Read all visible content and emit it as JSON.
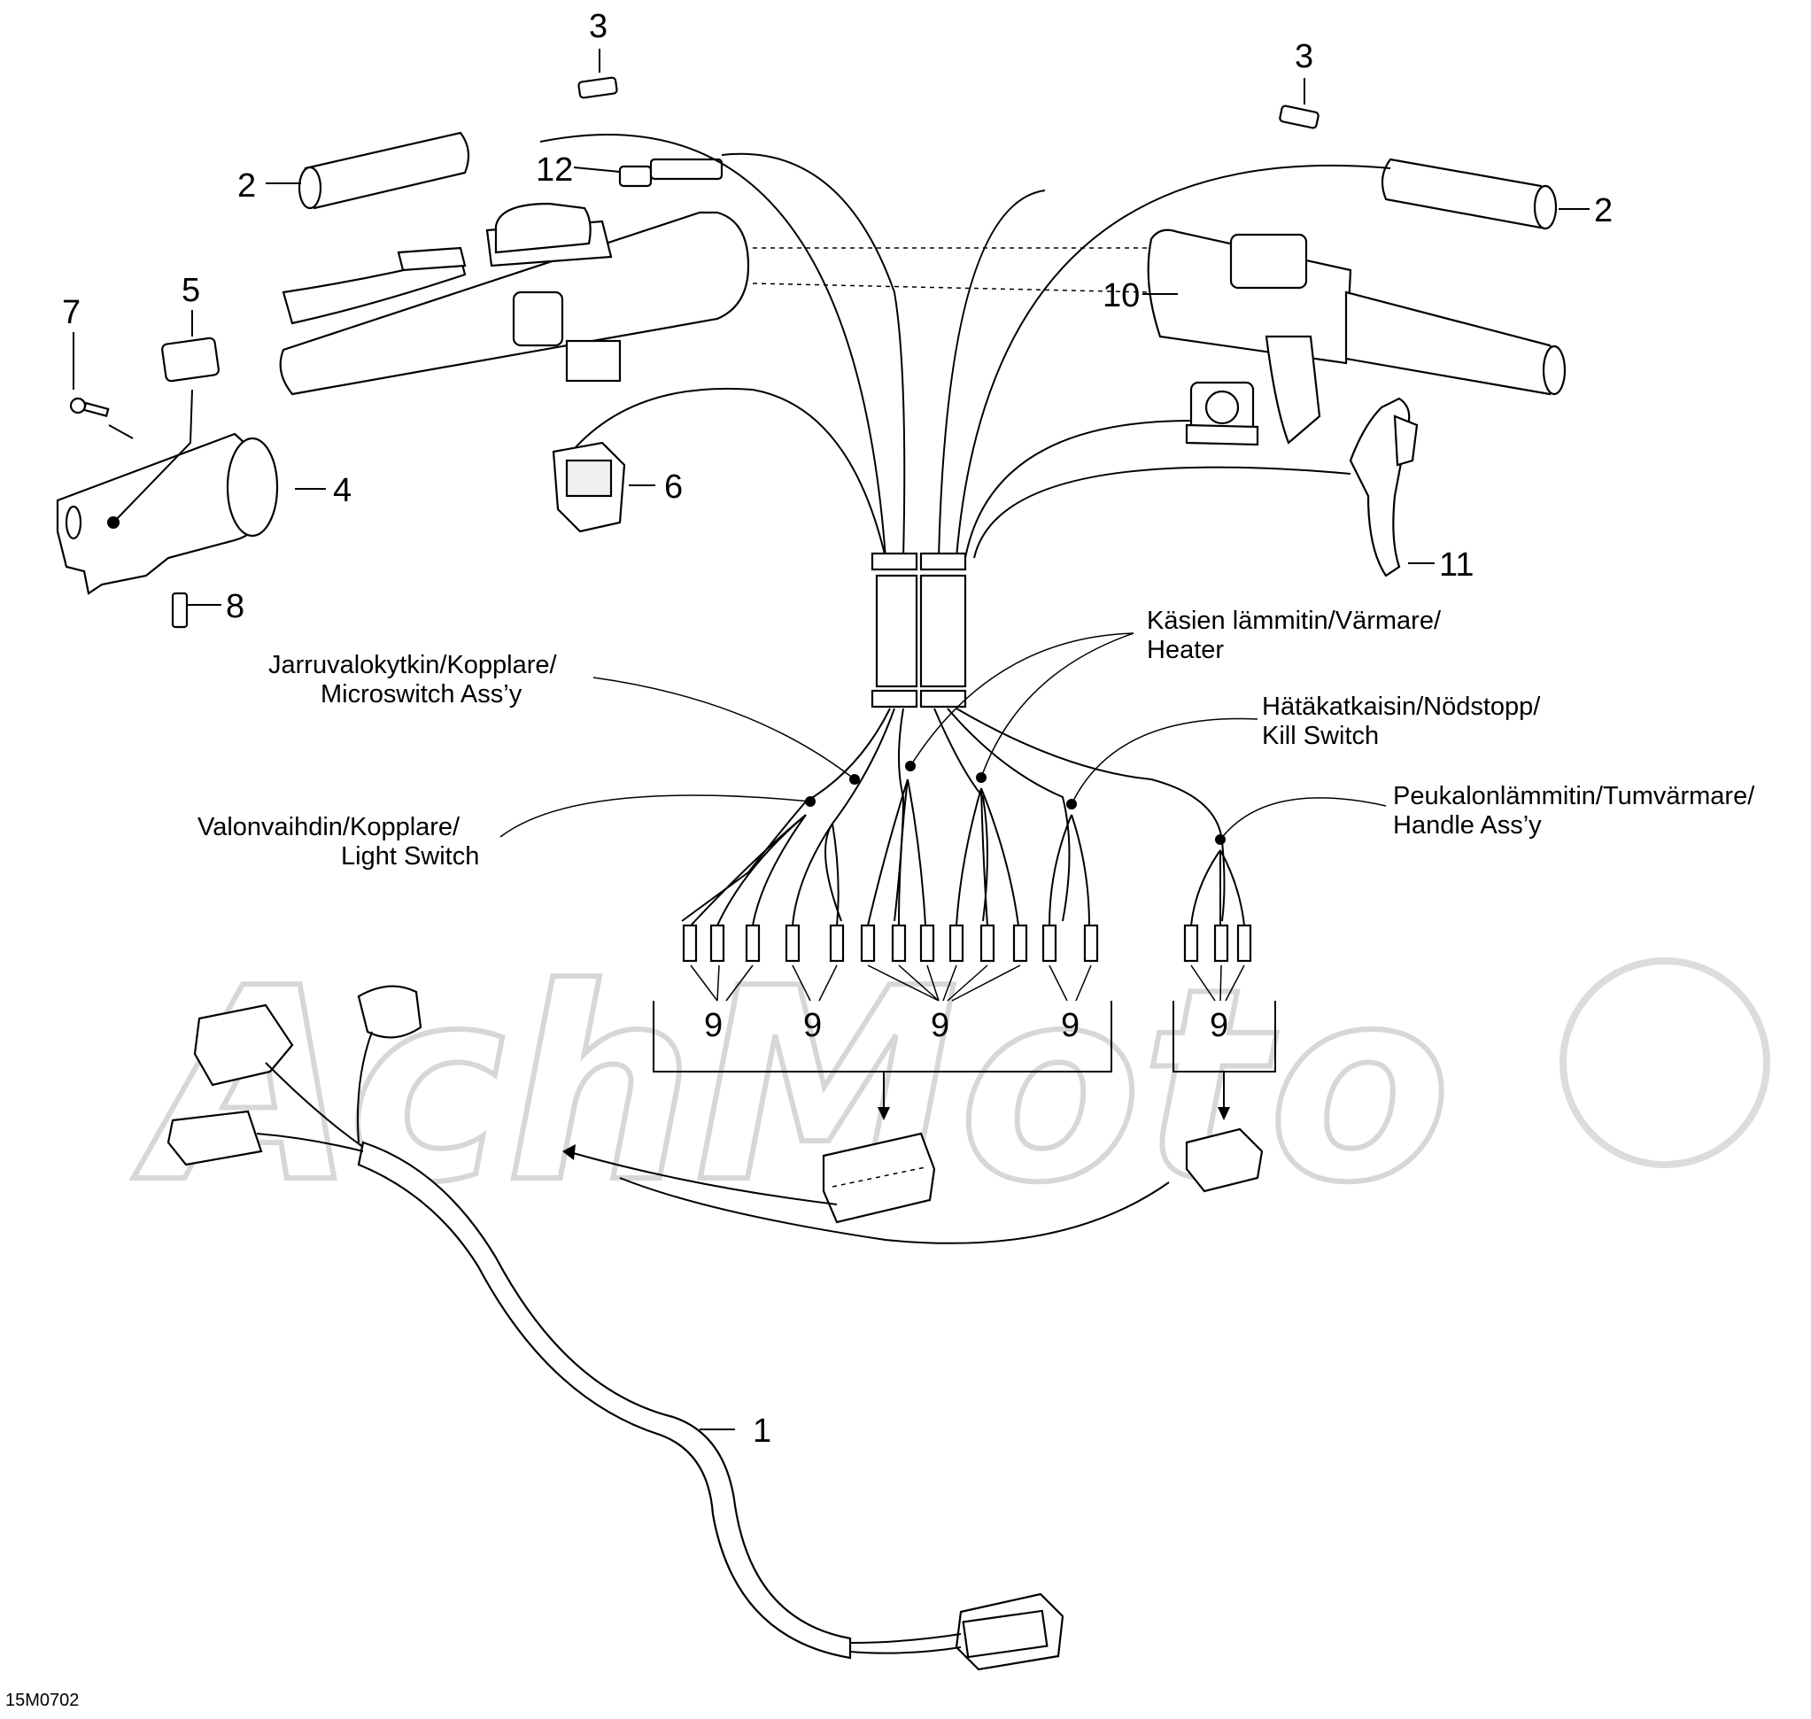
{
  "diagram": {
    "image_code": "15M0702",
    "watermark": "AchMoto",
    "callouts": {
      "c1": "1",
      "c2_left": "2",
      "c2_right": "2",
      "c3_left": "3",
      "c3_right": "3",
      "c4": "4",
      "c5": "5",
      "c6": "6",
      "c7": "7",
      "c8": "8",
      "c9_a": "9",
      "c9_b": "9",
      "c9_c": "9",
      "c9_d": "9",
      "c9_e": "9",
      "c10": "10",
      "c11": "11",
      "c12": "12"
    },
    "labels": {
      "microswitch_line1": "Jarruvalokytkin/Kopplare/",
      "microswitch_line2": "Microswitch Ass’y",
      "heater_line1": "Käsien lämmitin/Värmare/",
      "heater_line2": "Heater",
      "kill_line1": "Hätäkatkaisin/Nödstopp/",
      "kill_line2": "Kill Switch",
      "light_line1": "Valonvaihdin/Kopplare/",
      "light_line2": "Light Switch",
      "thumb_line1": "Peukalonlämmitin/Tumvärmare/",
      "thumb_line2": "Handle Ass’y"
    }
  }
}
